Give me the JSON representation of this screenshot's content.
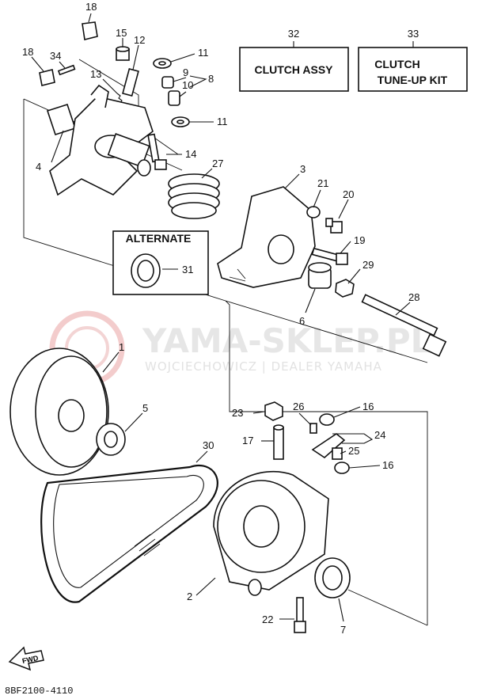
{
  "diagram_code": "8BF2100-4110",
  "watermark": {
    "title": "YAMA-SKLEP.PL",
    "subtitle": "WOJCIECHOWICZ | DEALER YAMAHA"
  },
  "boxes": {
    "clutch_assy": {
      "number": "32",
      "label": "CLUTCH ASSY"
    },
    "tune_up_kit": {
      "number": "33",
      "line1": "CLUTCH",
      "line2": "TUNE-UP KIT"
    },
    "alternate": {
      "label": "ALTERNATE",
      "number": "31"
    }
  },
  "fwd_label": "FWD",
  "callouts": {
    "p1": "1",
    "p2": "2",
    "p3": "3",
    "p4": "4",
    "p5": "5",
    "p6": "6",
    "p7": "7",
    "p8": "8",
    "p9": "9",
    "p10": "10",
    "p11a": "11",
    "p11b": "11",
    "p12": "12",
    "p13": "13",
    "p14": "14",
    "p15": "15",
    "p16a": "16",
    "p16b": "16",
    "p17": "17",
    "p18a": "18",
    "p18b": "18",
    "p19": "19",
    "p20": "20",
    "p21": "21",
    "p22": "22",
    "p23": "23",
    "p24": "24",
    "p25": "25",
    "p26": "26",
    "p27": "27",
    "p28": "28",
    "p29": "29",
    "p30": "30",
    "p34": "34"
  }
}
